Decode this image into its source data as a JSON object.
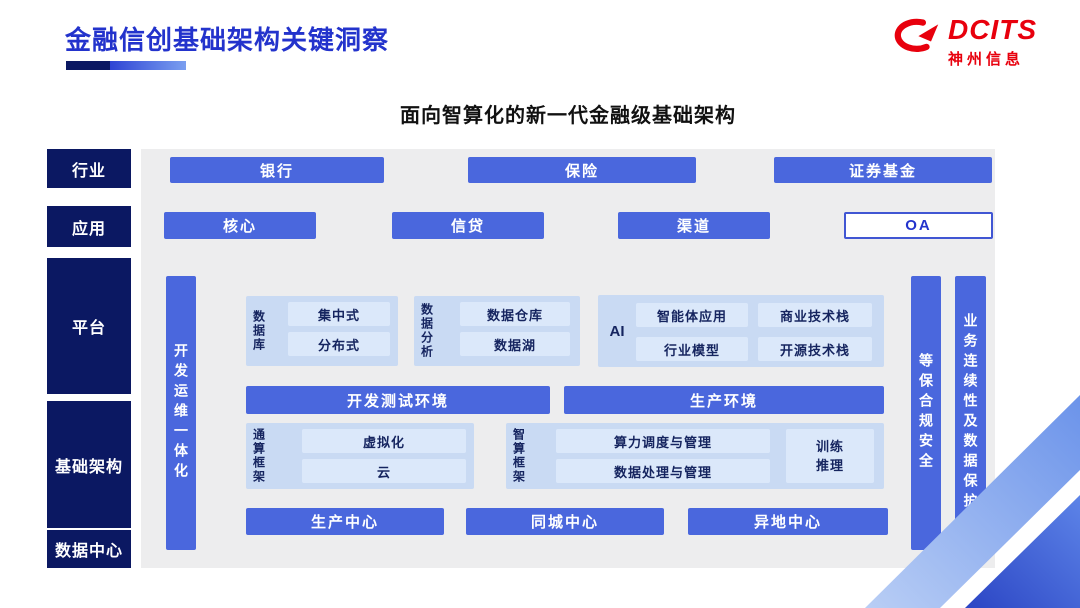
{
  "header": {
    "title": "金融信创基础架构关键洞察",
    "logo": {
      "brand": "DCITS",
      "company": "神州信息"
    }
  },
  "subtitle": "面向智算化的新一代金融级基础架构",
  "sidebar": {
    "items": [
      {
        "label": "行业"
      },
      {
        "label": "应用"
      },
      {
        "label": "平台"
      },
      {
        "label": "基础架构"
      },
      {
        "label": "数据中心"
      }
    ]
  },
  "industry_row": {
    "items": [
      "银行",
      "保险",
      "证券基金"
    ]
  },
  "application_row": {
    "items": [
      "核心",
      "信贷",
      "渠道",
      "OA"
    ]
  },
  "platform": {
    "devops_bar": "开发运维一体化",
    "security_bar": "等保合规安全",
    "continuity_bar": "业务连续性及数据保护",
    "database_group": {
      "label": "数据库",
      "items": [
        "集中式",
        "分布式"
      ]
    },
    "analytics_group": {
      "label": "数据分析",
      "items": [
        "数据仓库",
        "数据湖"
      ]
    },
    "ai_group": {
      "label": "AI",
      "items": [
        "智能体应用",
        "商业技术栈",
        "行业模型",
        "开源技术栈"
      ]
    },
    "env_bars": [
      "开发测试环境",
      "生产环境"
    ],
    "general_framework": {
      "label": "通算框架",
      "items": [
        "虚拟化",
        "云"
      ]
    },
    "intelligent_framework": {
      "label": "智算框架",
      "items": [
        "算力调度与管理",
        "数据处理与管理"
      ],
      "side_item": "训练推理"
    }
  },
  "datacenter_row": {
    "items": [
      "生产中心",
      "同城中心",
      "异地中心"
    ]
  },
  "colors": {
    "title_blue": "#2333cc",
    "dark_navy": "#0b1862",
    "accent_blue": "#4a67dd",
    "group_bg": "#c9daf3",
    "pill_bg": "#dbe8fa",
    "panel_bg": "#ededee",
    "brand_red": "#e8000d"
  }
}
